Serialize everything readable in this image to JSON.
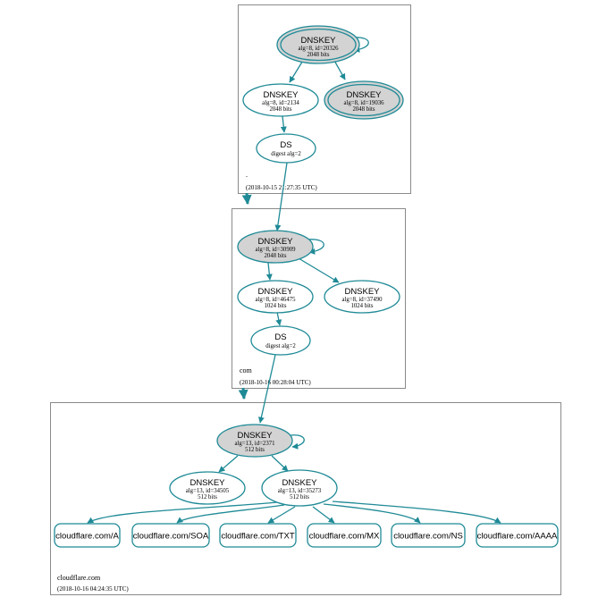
{
  "zones": [
    {
      "id": "root",
      "name": ".",
      "timestamp": "(2018-10-15 21:27:35 UTC)"
    },
    {
      "id": "com",
      "name": "com",
      "timestamp": "(2018-10-16 00:28:04 UTC)"
    },
    {
      "id": "cloudflare",
      "name": "cloudflare.com",
      "timestamp": "(2018-10-16 04:24:35 UTC)"
    }
  ],
  "nodes": {
    "root_ksk": {
      "title": "DNSKEY",
      "detail": "alg=8, id=20326",
      "bits": "2048 bits"
    },
    "root_zsk": {
      "title": "DNSKEY",
      "detail": "alg=8, id=2134",
      "bits": "2048 bits"
    },
    "root_ksk2": {
      "title": "DNSKEY",
      "detail": "alg=8, id=19036",
      "bits": "2048 bits"
    },
    "root_ds": {
      "title": "DS",
      "detail": "digest alg=2"
    },
    "com_ksk": {
      "title": "DNSKEY",
      "detail": "alg=8, id=30909",
      "bits": "2048 bits"
    },
    "com_zsk": {
      "title": "DNSKEY",
      "detail": "alg=8, id=46475",
      "bits": "1024 bits"
    },
    "com_zsk2": {
      "title": "DNSKEY",
      "detail": "alg=8, id=37490",
      "bits": "1024 bits"
    },
    "com_ds": {
      "title": "DS",
      "detail": "digest alg=2"
    },
    "cf_ksk": {
      "title": "DNSKEY",
      "detail": "alg=13, id=2371",
      "bits": "512 bits"
    },
    "cf_zsk2": {
      "title": "DNSKEY",
      "detail": "alg=13, id=34505",
      "bits": "512 bits"
    },
    "cf_zsk": {
      "title": "DNSKEY",
      "detail": "alg=13, id=35273",
      "bits": "512 bits"
    }
  },
  "rrsets": [
    "cloudflare.com/A",
    "cloudflare.com/SOA",
    "cloudflare.com/TXT",
    "cloudflare.com/MX",
    "cloudflare.com/NS",
    "cloudflare.com/AAAA"
  ],
  "colors": {
    "edge": "#1f8a96",
    "ksk_fill": "#d3d3d3",
    "zone_border": "#8a8a8a"
  }
}
